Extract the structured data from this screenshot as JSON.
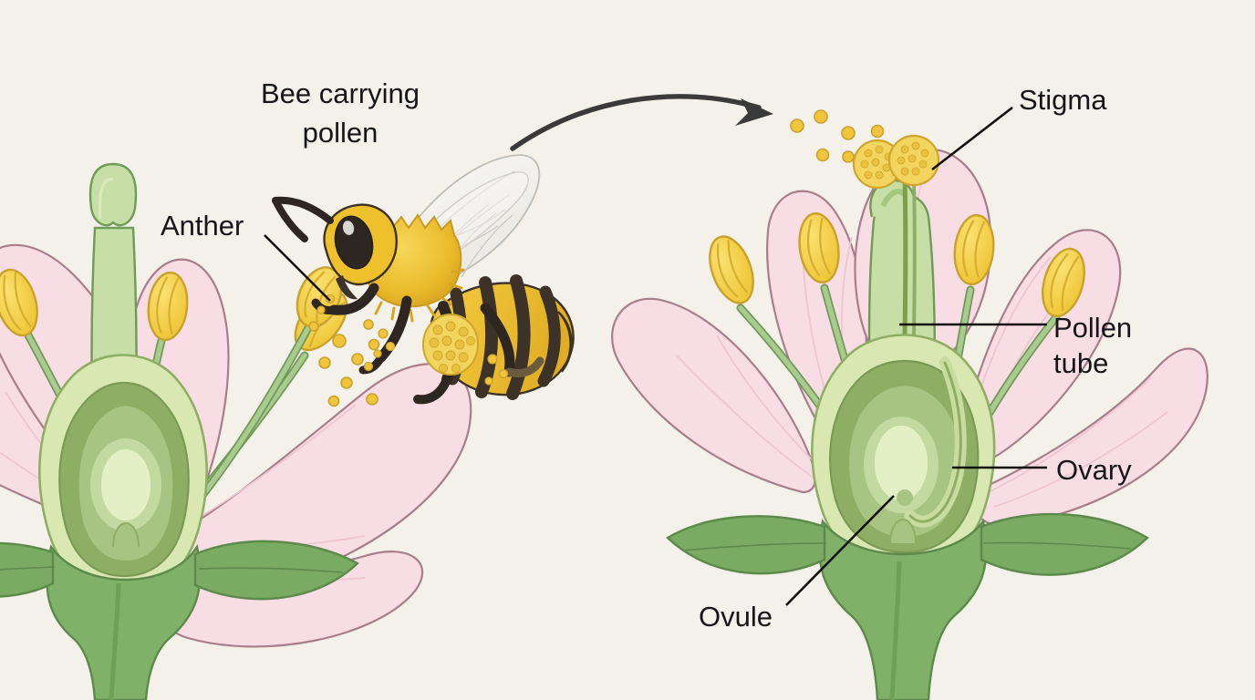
{
  "diagram": {
    "title": "Flower pollination diagram",
    "background_color": "#f3f1e9",
    "labels": {
      "bee_line1": "Bee carrying",
      "bee_line2": "pollen",
      "anther": "Anther",
      "stigma": "Stigma",
      "pollen_tube_line1": "Pollen",
      "pollen_tube_line2": "tube",
      "ovary": "Ovary",
      "ovule": "Ovule"
    },
    "colors": {
      "background": "#f3f1e9",
      "petal_fill": "#f8dde4",
      "petal_stroke": "#a87e8c",
      "petal_vein": "#edc6d2",
      "anther_fill": "#f5d44e",
      "anther_stroke": "#c9a22e",
      "filament_fill": "#aacb8f",
      "filament_stroke": "#6f9a57",
      "style_fill": "#c7dfa6",
      "style_stroke": "#6f9a57",
      "ovary_outer": "#d8e8b0",
      "ovary_mid": "#8fae65",
      "ovary_inner": "#a8c483",
      "ovule_fill": "#e3f0c6",
      "stem_fill": "#7fb168",
      "stem_stroke": "#5d8a4a",
      "leaf_fill": "#7aab63",
      "pollen_grain": "#f0c53c",
      "pollen_grain_stroke": "#c9a22e",
      "pollen_tube": "#7f9e4a",
      "bee_body": "#f2c233",
      "bee_stripe": "#3d3228",
      "bee_wing": "#f0efec",
      "arrow": "#3a3a3a",
      "label": "#16161a",
      "leader_line": "#111111"
    },
    "flowers": [
      {
        "name": "left-flower",
        "state": "pre-pollination",
        "parts": [
          "petals",
          "anthers",
          "filaments",
          "stigma",
          "style",
          "ovary",
          "ovule",
          "sepals",
          "stem"
        ]
      },
      {
        "name": "right-flower",
        "state": "pollinated",
        "parts": [
          "petals",
          "anthers",
          "filaments",
          "stigma-with-pollen",
          "style",
          "pollen-tube",
          "ovary",
          "ovule",
          "sepals",
          "stem"
        ]
      }
    ],
    "arrow": {
      "name": "pollen-transfer-arrow",
      "from": "left-flower",
      "to": "right-flower"
    },
    "font_sizes": {
      "label": 31
    }
  }
}
